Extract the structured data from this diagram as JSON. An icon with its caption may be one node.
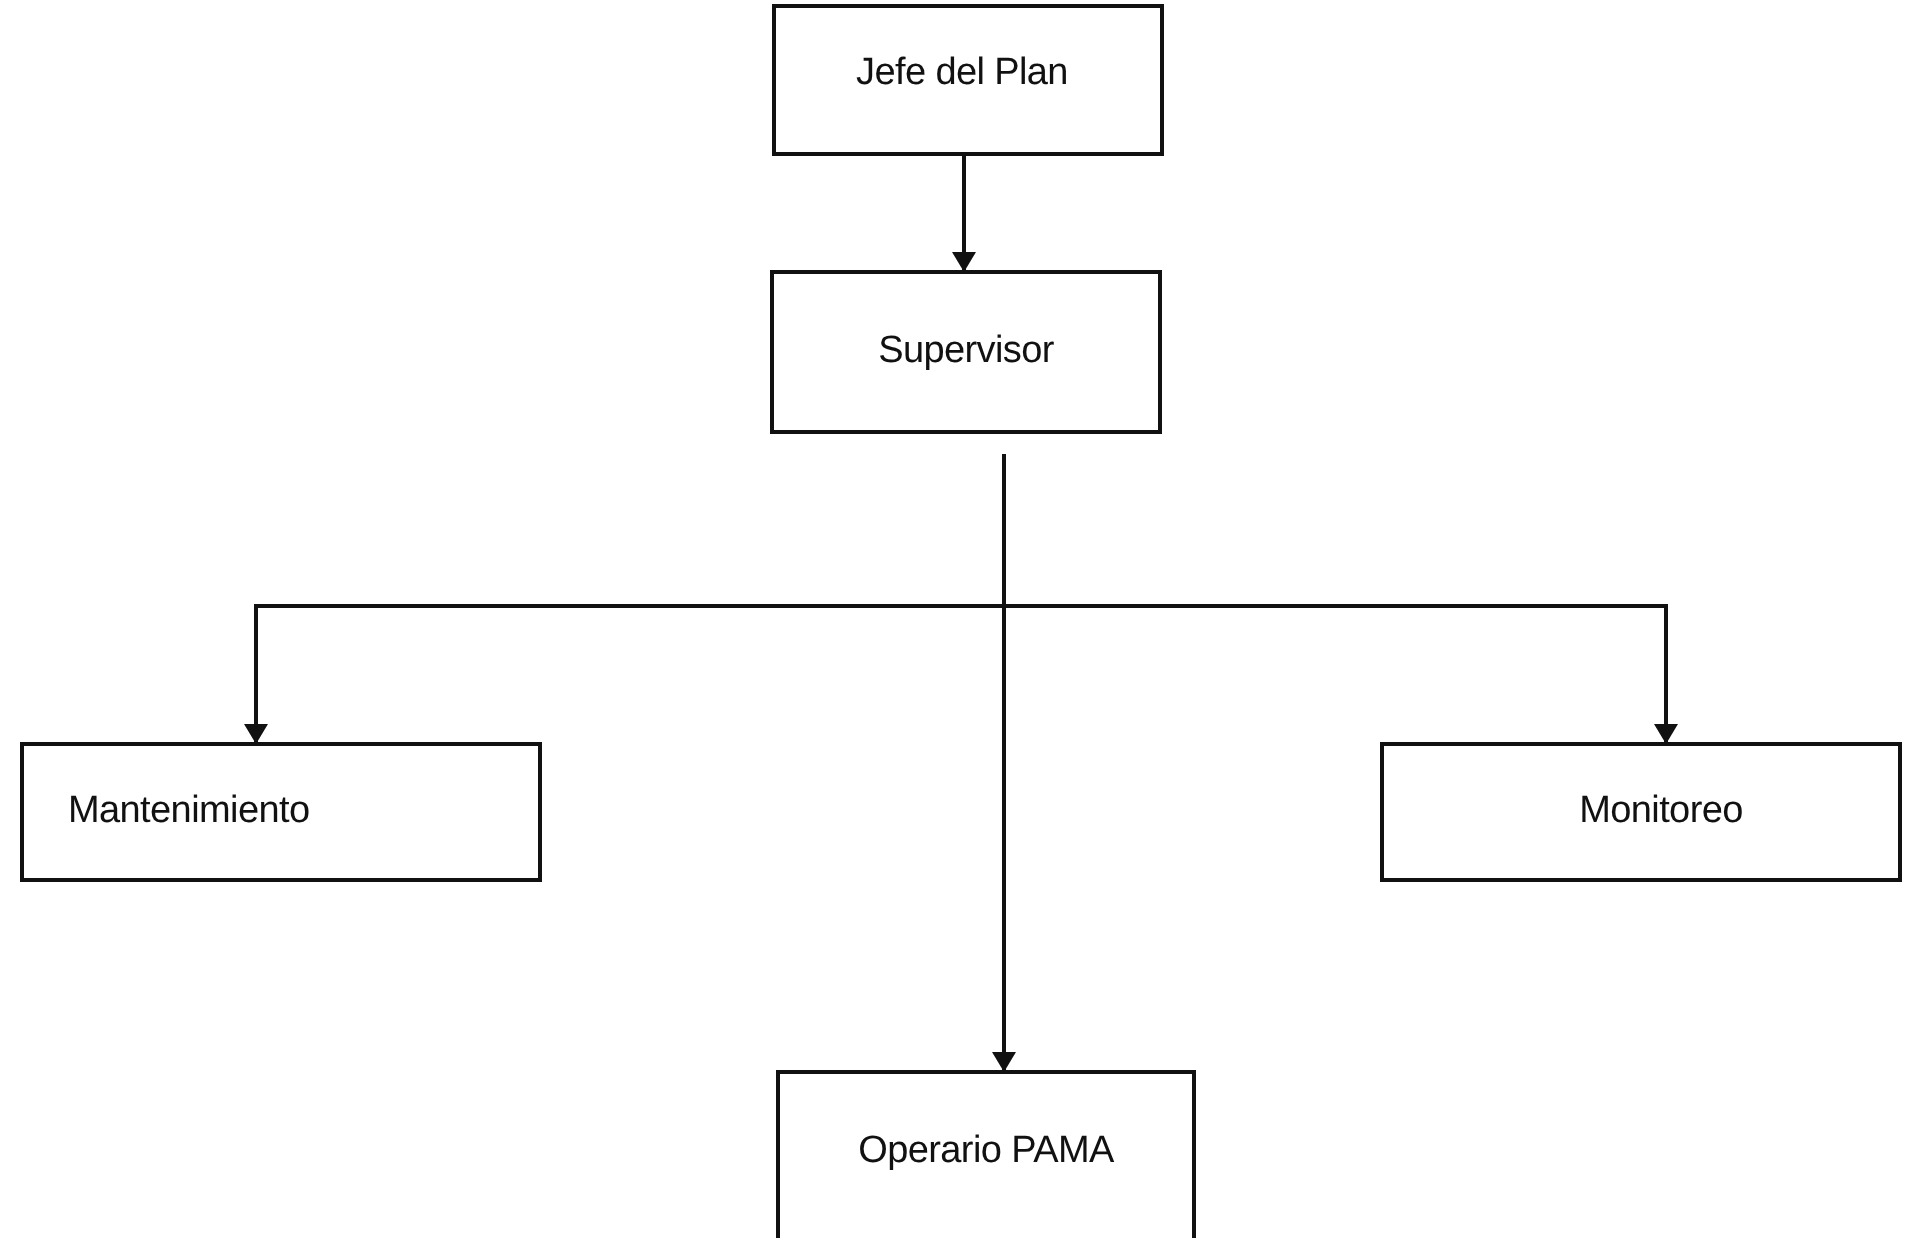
{
  "diagram": {
    "nodes": [
      {
        "text": [
          "Jefe del Plan"
        ]
      },
      {
        "text": [
          "Supervisor"
        ]
      },
      {
        "text": [
          "Mantenimiento"
        ]
      },
      {
        "text": [
          "Monitoreo"
        ]
      },
      {
        "text": [
          "Operario PAMA"
        ]
      }
    ],
    "edges": [
      {
        "from": 0,
        "to": 1,
        "arrow": "to"
      },
      {
        "from": 1,
        "to": 2,
        "arrow": "to"
      },
      {
        "from": 1,
        "to": 3,
        "arrow": "to"
      },
      {
        "from": 1,
        "to": 4,
        "arrow": "to"
      }
    ]
  }
}
